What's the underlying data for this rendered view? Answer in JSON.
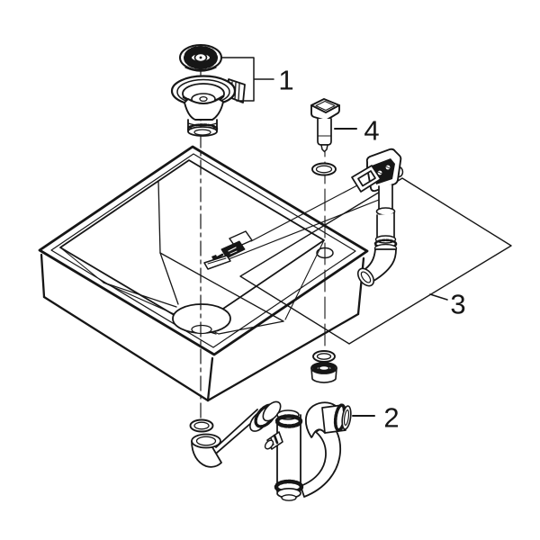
{
  "diagram": {
    "background": "#ffffff",
    "line_color": "#161616",
    "kind": "exploded-parts-diagram",
    "callouts": [
      {
        "number": "1",
        "part": "strainer-waste-assembly"
      },
      {
        "number": "2",
        "part": "siphon-trap-assembly"
      },
      {
        "number": "3",
        "part": "overflow-pipe-group"
      },
      {
        "number": "4",
        "part": "deck-hole-plug"
      }
    ]
  }
}
